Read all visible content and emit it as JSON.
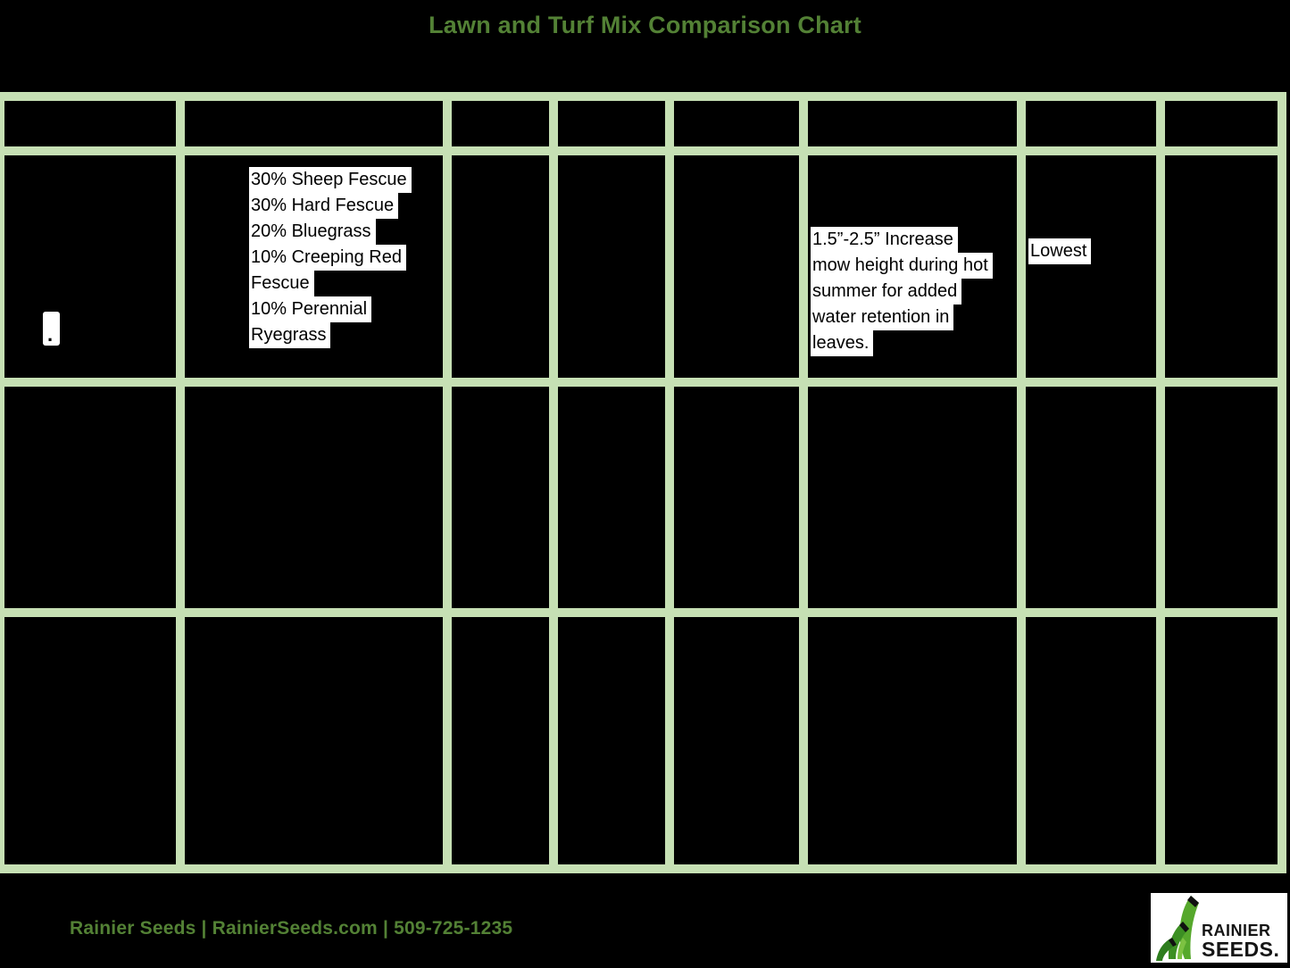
{
  "title": "Lawn and Turf Mix Comparison Chart",
  "colors": {
    "page_background": "#000000",
    "grid_green": "#c6e0b4",
    "accent_green": "#538135",
    "highlight_white": "#ffffff",
    "highlight_text": "#000000"
  },
  "table": {
    "columns": 8,
    "rows": 4,
    "row1": {
      "mix_name_fragment": ".",
      "mix_composition_lines": [
        "30% Sheep Fescue",
        "30% Hard Fescue",
        "20% Bluegrass",
        "10% Creeping Red",
        "Fescue",
        "10% Perennial",
        "Ryegrass"
      ],
      "mow_height_lines": [
        "1.5”-2.5” Increase",
        "mow height during hot",
        "summer for added",
        "water retention in",
        "leaves."
      ],
      "maintenance_level": "Lowest"
    }
  },
  "footer": {
    "contact_line": "Rainier Seeds | RainierSeeds.com | 509-725-1235"
  },
  "logo": {
    "brand_line1": "RAINIER",
    "brand_line2": "SEEDS."
  }
}
